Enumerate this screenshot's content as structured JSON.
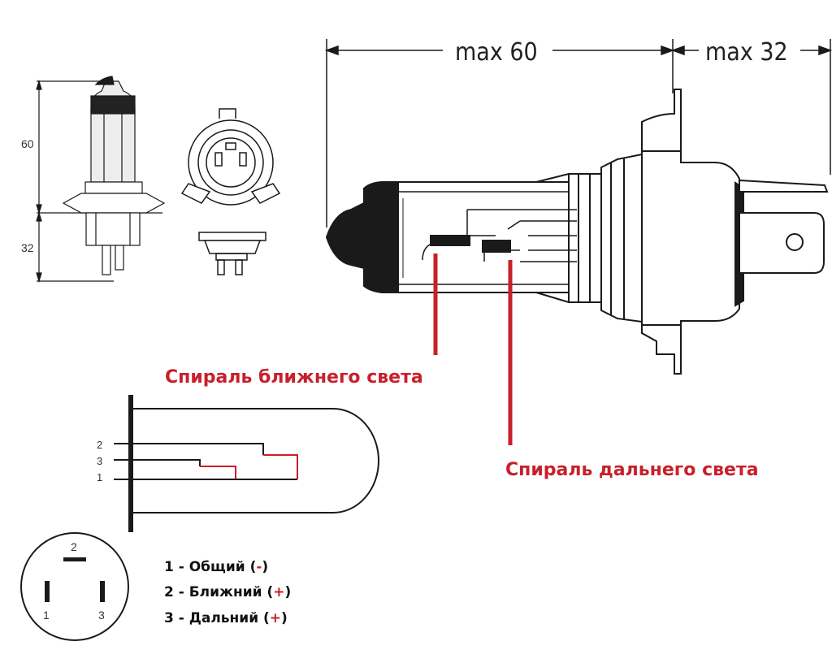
{
  "top_dimensions": {
    "length_label": "max 60",
    "base_label": "max 32"
  },
  "small_bulb": {
    "height_upper": "60",
    "height_lower": "32"
  },
  "callouts": {
    "low_beam": "Спираль ближнего света",
    "high_beam": "Спираль дальнего света"
  },
  "schematic": {
    "wire_labels": [
      "2",
      "3",
      "1"
    ]
  },
  "connector": {
    "pin_top": "2",
    "pin_left": "1",
    "pin_right": "3"
  },
  "legend": [
    {
      "prefix": "1 - Общий (",
      "sign": "-",
      "suffix": ")"
    },
    {
      "prefix": "2 - Ближний (",
      "sign": "+",
      "suffix": ")"
    },
    {
      "prefix": "3 - Дальний (",
      "sign": "+",
      "suffix": ")"
    }
  ],
  "colors": {
    "accent_red": "#c8202a",
    "line": "#1a1a1a"
  }
}
